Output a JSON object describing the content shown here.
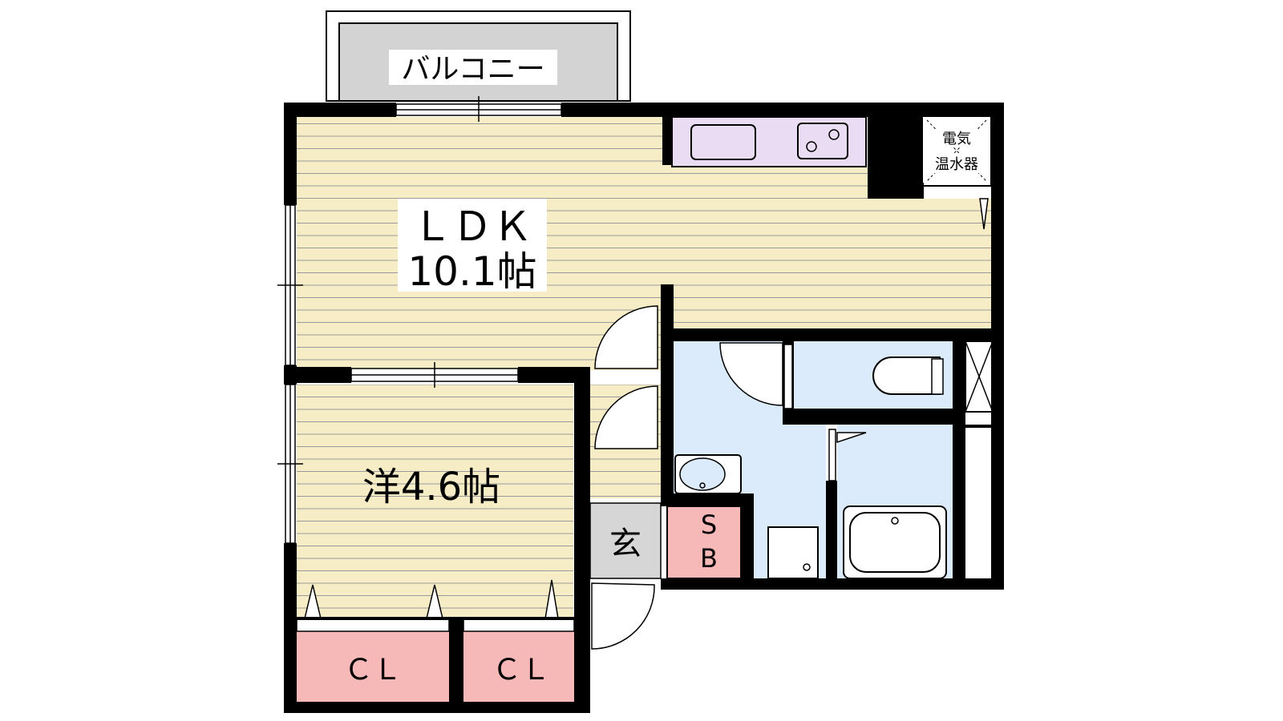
{
  "colors": {
    "wall": "#000000",
    "floor_wood": "#f6edc6",
    "floor_line": "#9a9a9a",
    "kitchen": "#e9dcf3",
    "wet_area": "#dcebfb",
    "closet": "#f7b8b8",
    "entrance": "#d6d6d6",
    "balcony": "#d3d3d3"
  },
  "labels": {
    "balcony": "バルコニー",
    "ldk_name": "ＬＤＫ",
    "ldk_size": "10.1帖",
    "western_room": "洋4.6帖",
    "water_heater_line1": "電気",
    "water_heater_line2": "温水器",
    "entrance": "玄",
    "shoebox_s": "S",
    "shoebox_b": "B",
    "closet_1": "ＣＬ",
    "closet_2": "ＣＬ"
  }
}
